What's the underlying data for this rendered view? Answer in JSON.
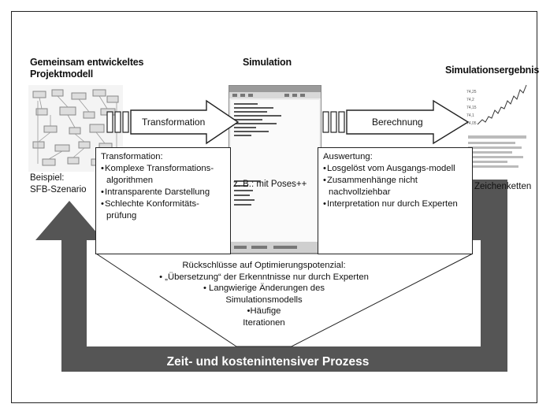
{
  "headers": {
    "model": "Gemeinsam entwickeltes Projektmodell",
    "simulation": "Simulation",
    "result": "Simulationsergebnis"
  },
  "arrows": {
    "transformation": "Transformation",
    "berechnung": "Berechnung"
  },
  "left_caption": {
    "line1": "Beispiel:",
    "line2": "SFB-Szenario"
  },
  "middle_caption": "z. B.: mit Poses++",
  "right_caption": "Zeichenketten",
  "transformation_box": {
    "title": "Transformation:",
    "items": [
      "Komplexe Transformations-algorithmen",
      "Intransparente Darstellung",
      "Schlechte Konformitäts-prüfung"
    ]
  },
  "auswertung_box": {
    "title": "Auswertung:",
    "items": [
      "Losgelöst vom Ausgangs-modell",
      "Zusammenhänge nicht nachvollziehbar",
      "Interpretation nur durch Experten"
    ]
  },
  "feedback": {
    "line1": "Rückschlüsse auf Optimierungspotenzial:",
    "line2": "• „Übersetzung“ der Erkenntnisse nur durch Experten",
    "line3": "• Langwierige Änderungen des",
    "line4": "Simulationsmodells",
    "line5": "•Häufige",
    "line6": "Iterationen"
  },
  "bottom_label": "Zeit- und kostenintensiver Prozess",
  "chart_thumb_values": [
    "74,25",
    "74,2",
    "74,15",
    "74,1",
    "74,05"
  ],
  "colors": {
    "loop_arrow": "#555555",
    "box_border": "#222222",
    "thumb_gray": "#9a9a9a"
  }
}
